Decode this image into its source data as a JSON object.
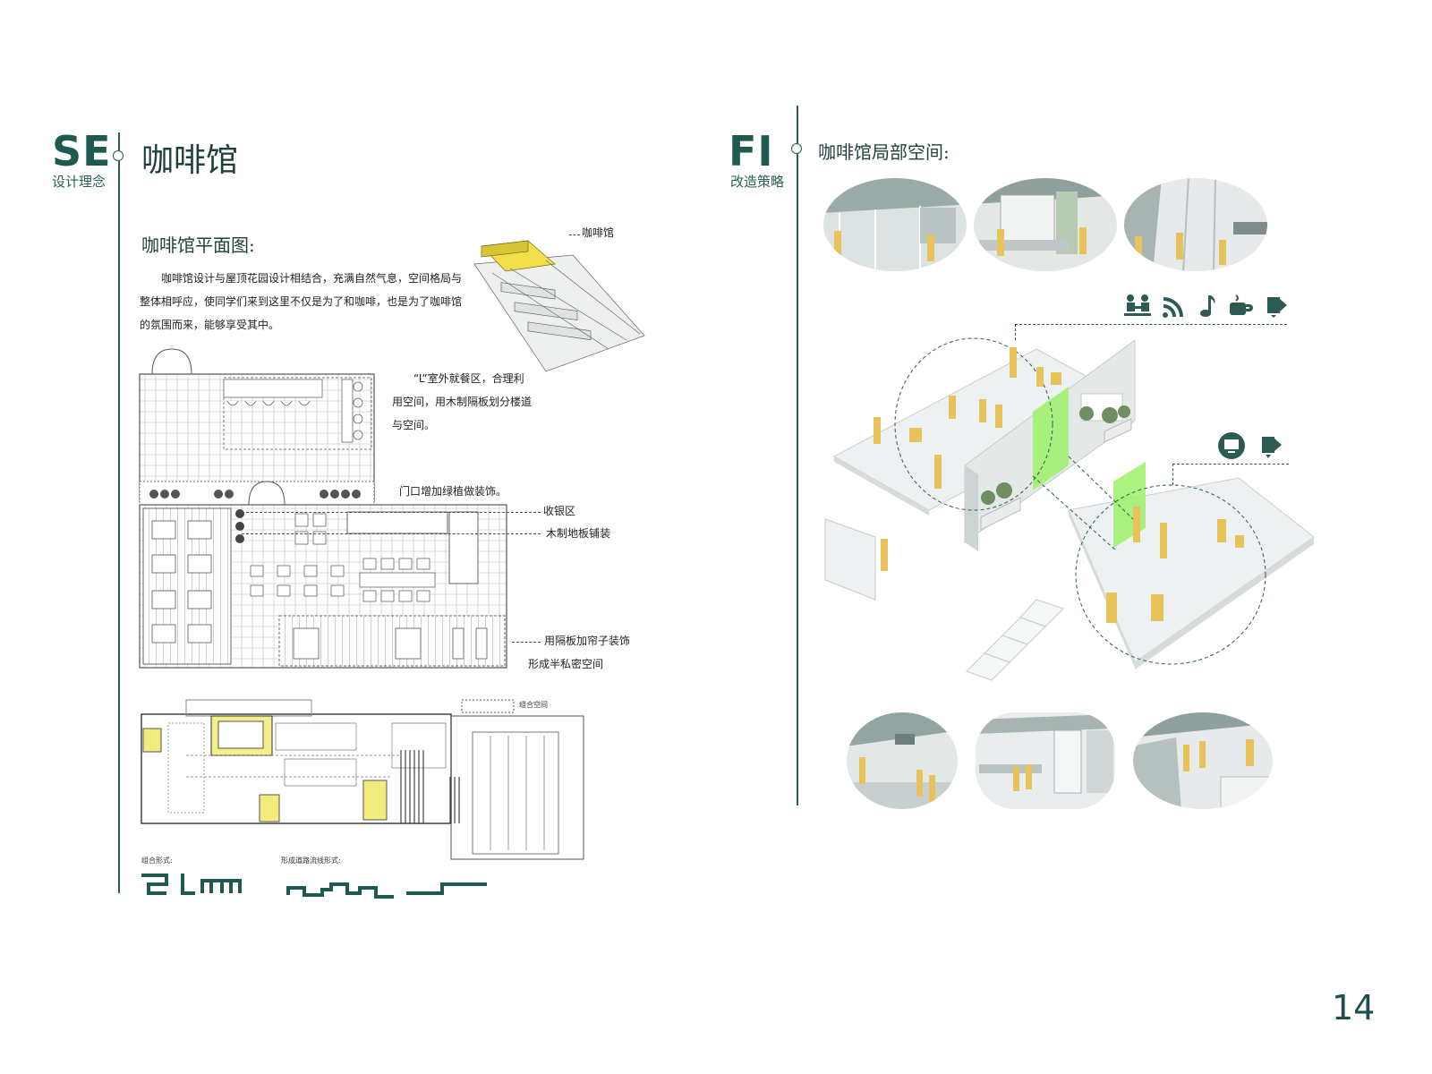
{
  "left": {
    "code": "SE",
    "code_sub": "设计理念",
    "title": "咖啡馆",
    "plan_heading": "咖啡馆平面图:",
    "description": "咖啡馆设计与屋顶花园设计相结合，充满自然气息，空间格局与整体相呼应，使同学们来到这里不仅是为了和咖啡，也是为了咖啡馆的氛围而来，能够享受其中。",
    "axon_label": "咖啡馆",
    "notes": {
      "l_area_1": "“L”室外就餐区，合理利",
      "l_area_2": "用空间，用木制隔板划分楼道",
      "l_area_3": "与空间。",
      "greenery": "门口增加绿植做装饰。",
      "cashier": "收银区",
      "wood_floor": "木制地板铺装",
      "partition_1": "用隔板加帘子装饰",
      "partition_2": "形成半私密空间"
    },
    "combo_space": "组合空间",
    "combo_form": "组合形式:",
    "path_form": "形成道路流线形式:"
  },
  "right": {
    "code": "FI",
    "code_sub": "改造策略",
    "heading": "咖啡馆局部空间:",
    "icons_top": [
      "meeting-icon",
      "wifi-icon",
      "music-note-icon",
      "coffee-cup-icon",
      "door-icon"
    ],
    "icons_mid": [
      "monitor-icon",
      "door-icon"
    ]
  },
  "page_number": "14",
  "colors": {
    "accent": "#1e5a50",
    "people": "#e8c25a",
    "green_glass": "#8ee05a",
    "plan_yellow": "#f2ec7a",
    "grey": "#9aaaa8"
  }
}
